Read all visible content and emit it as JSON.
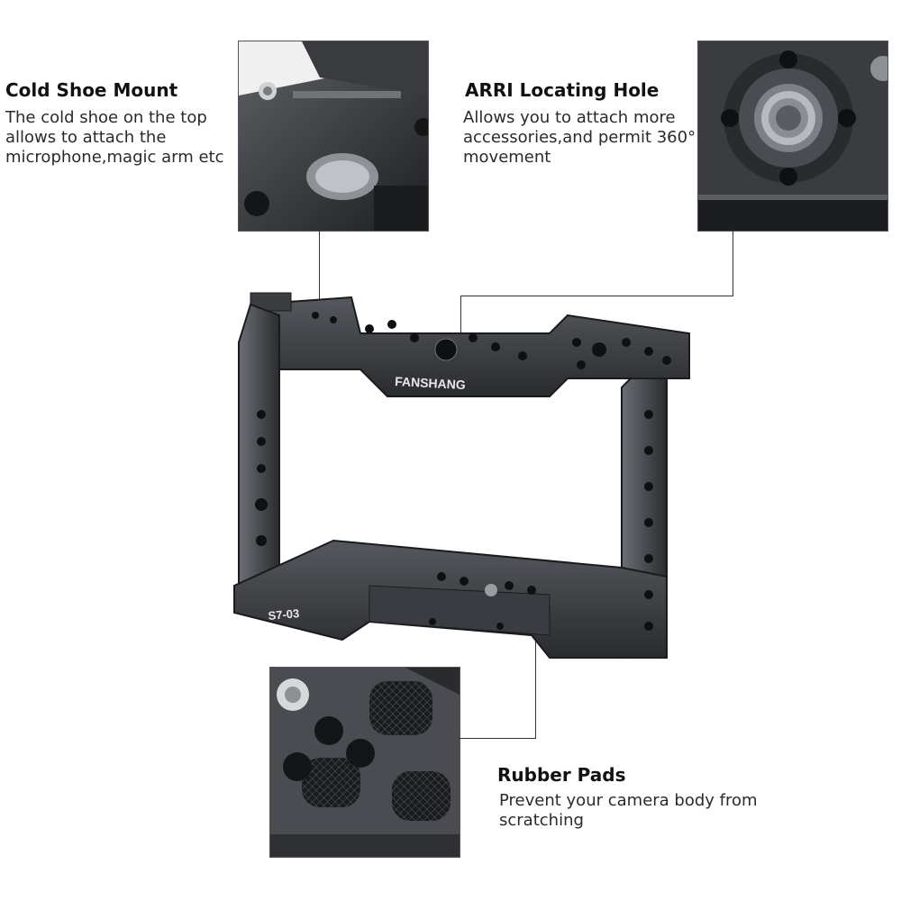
{
  "callouts": {
    "cold_shoe": {
      "title": "Cold Shoe Mount",
      "lines": [
        "The cold shoe on the top",
        "allows to attach the",
        "microphone,magic arm etc"
      ]
    },
    "arri": {
      "title": "ARRI Locating Hole",
      "lines": [
        "Allows you to attach more",
        "accessories,and permit 360°",
        "movement"
      ]
    },
    "rubber": {
      "title": "Rubber Pads",
      "lines": [
        "Prevent your camera body from",
        "scratching"
      ]
    }
  },
  "product": {
    "brand": "FANSHANG",
    "model": "S7-03"
  },
  "colors": {
    "metal_dark": "#2a2b2e",
    "metal_mid": "#44464b",
    "metal_light": "#6b6e74"
  }
}
